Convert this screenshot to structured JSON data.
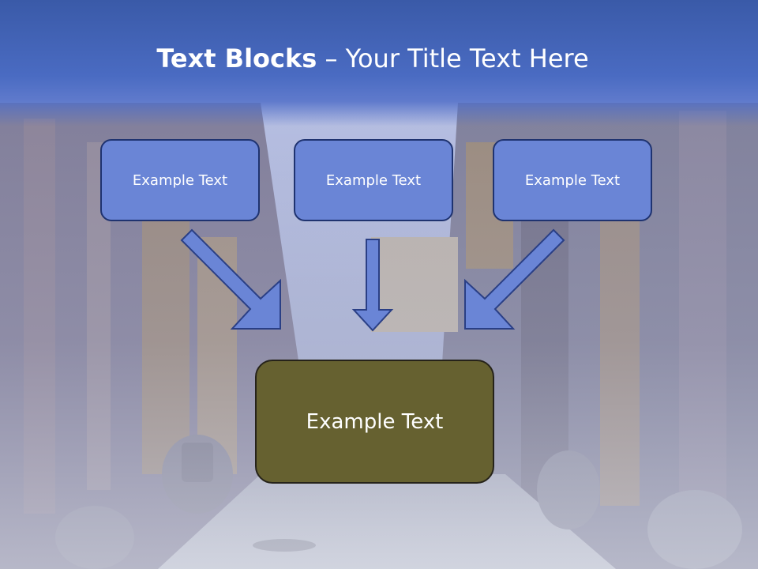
{
  "slide": {
    "title_bold": "Text Blocks",
    "title_rest": " – Your Title Text Here",
    "boxes": {
      "left": "Example Text",
      "middle": "Example Text",
      "right": "Example Text",
      "bottom": "Example Text"
    }
  },
  "colors": {
    "header": "#4a6bc2",
    "box_fill": "#6a85d6",
    "box_border": "#1f3370",
    "bottom_fill": "#666130",
    "arrow_fill": "#6a85d6",
    "arrow_border": "#2a3f85"
  }
}
